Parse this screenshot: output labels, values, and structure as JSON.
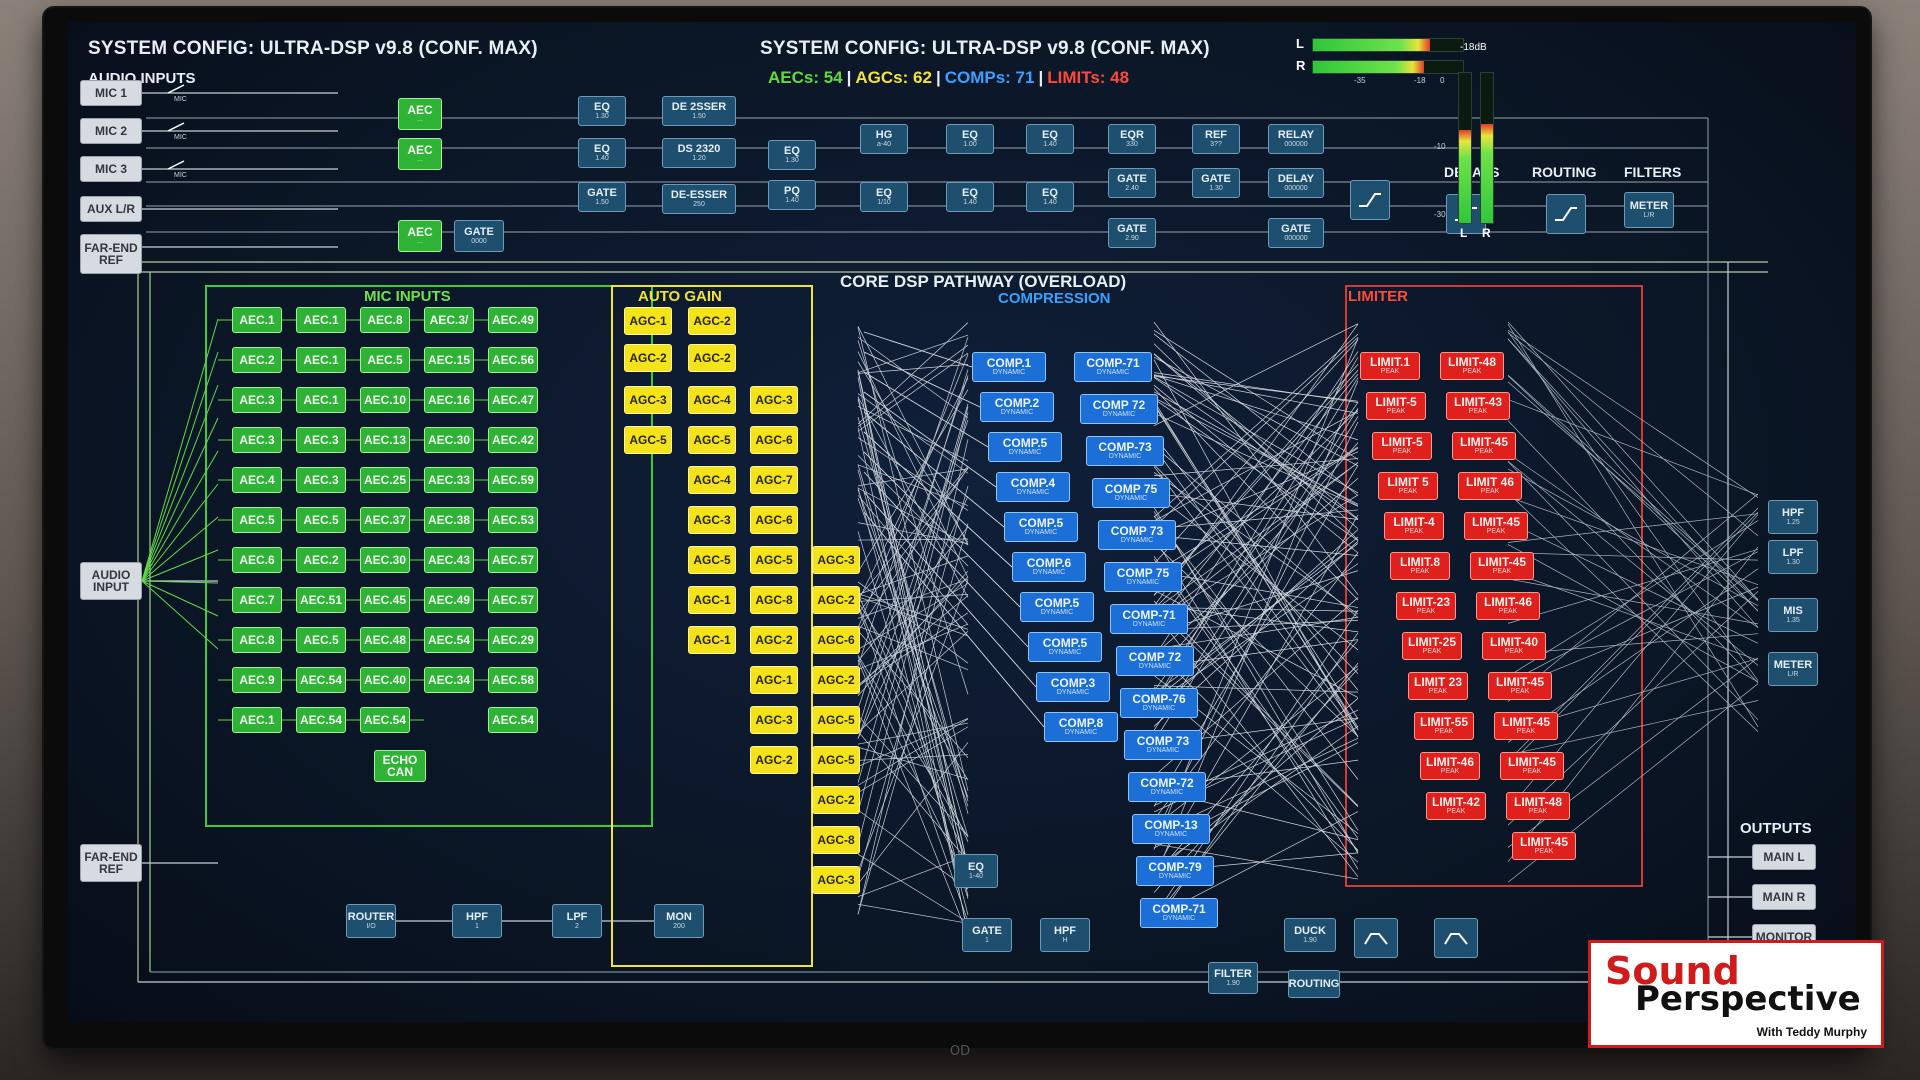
{
  "header": {
    "title_left": "SYSTEM CONFIG: ULTRA-DSP v9.8 (CONF. MAX)",
    "title_center": "SYSTEM CONFIG: ULTRA-DSP v9.8 (CONF. MAX)",
    "audio_inputs": "AUDIO INPUTS",
    "stats": [
      {
        "text": "AECs: 54",
        "color": "#5fdc3c"
      },
      {
        "text": "AGCs: 62",
        "color": "#f2e23a"
      },
      {
        "text": "COMPs: 71",
        "color": "#3aa0ff"
      },
      {
        "text": "LIMITs: 48",
        "color": "#ff4a3a"
      }
    ],
    "separator": "|"
  },
  "inputs": [
    {
      "label": "MIC 1",
      "mute": "MIC"
    },
    {
      "label": "MIC 2",
      "mute": "MIC"
    },
    {
      "label": "MIC 3",
      "mute": "MIC"
    },
    {
      "label": "AUX L/R",
      "mute": ""
    },
    {
      "label": "FAR-END REF",
      "mute": ""
    }
  ],
  "left_extra": [
    {
      "label": "AUDIO INPUT"
    },
    {
      "label": "FAR-END REF"
    }
  ],
  "top_chain": [
    {
      "label": "AEC",
      "sub": "...",
      "style": "green"
    },
    {
      "label": "AEC",
      "sub": "...",
      "style": "green"
    },
    {
      "label": "AEC",
      "sub": "...",
      "style": "green"
    },
    {
      "label": "GATE",
      "sub": "0000",
      "style": "steel"
    },
    {
      "label": "EQ",
      "sub": "1.30",
      "style": "steel"
    },
    {
      "label": "EQ",
      "sub": "1.40",
      "style": "steel"
    },
    {
      "label": "GATE",
      "sub": "1.50",
      "style": "steel"
    },
    {
      "label": "DE 2SSER",
      "sub": "1.50",
      "style": "steel"
    },
    {
      "label": "DS 2320",
      "sub": "1.20",
      "style": "steel"
    },
    {
      "label": "DE-ESSER",
      "sub": "250",
      "style": "steel"
    },
    {
      "label": "EQ",
      "sub": "1.30",
      "style": "steel"
    },
    {
      "label": "PQ",
      "sub": "1.40",
      "style": "steel"
    },
    {
      "label": "HG",
      "sub": "a-40",
      "style": "steel"
    },
    {
      "label": "EQ",
      "sub": "1/10",
      "style": "steel"
    },
    {
      "label": "EQ",
      "sub": "1.00",
      "style": "steel"
    },
    {
      "label": "EQ",
      "sub": "1.40",
      "style": "steel"
    },
    {
      "label": "EQ",
      "sub": "1.40",
      "style": "steel"
    },
    {
      "label": "EQ",
      "sub": "1.40",
      "style": "steel"
    },
    {
      "label": "EQR",
      "sub": "330",
      "style": "steel"
    },
    {
      "label": "GATE",
      "sub": "2.40",
      "style": "steel"
    },
    {
      "label": "GATE",
      "sub": "2.90",
      "style": "steel"
    },
    {
      "label": "REF",
      "sub": "3??",
      "style": "steel"
    },
    {
      "label": "GATE",
      "sub": "1.30",
      "style": "steel"
    },
    {
      "label": "RELAY",
      "sub": "000000",
      "style": "steel"
    },
    {
      "label": "DELAY",
      "sub": "000000",
      "style": "steel"
    },
    {
      "label": "GATE",
      "sub": "000000",
      "style": "steel"
    }
  ],
  "right_headers": [
    "DELAYS",
    "ROUTING",
    "FILTERS"
  ],
  "meter_block": {
    "label": "METER",
    "sub": "L/R"
  },
  "meters": {
    "L_label": "L",
    "R_label": "R",
    "L_level": 0.78,
    "R_level": 0.74,
    "db_top": "-18dB",
    "scale_a": "-35",
    "scale_b": "-18",
    "scale_v1": "0",
    "scale_v2": "-10",
    "scale_v3": "-30",
    "vu_L": 0.62,
    "vu_R": 0.66,
    "col_L": "L",
    "col_R": "R"
  },
  "core_title": "CORE DSP PATHWAY (OVERLOAD)",
  "sections": {
    "mic_inputs": {
      "label": "MIC INPUTS",
      "color": "#6fe24a"
    },
    "auto_gain": {
      "label": "AUTO GAIN",
      "color": "#f2e23a"
    },
    "compression": {
      "label": "COMPRESSION",
      "color": "#3aa0ff"
    },
    "limiter": {
      "label": "LIMITER",
      "color": "#ff4a3a"
    }
  },
  "aec_grid": [
    [
      "AEC.1",
      "AEC.1",
      "AEC.8",
      "AEC.3/",
      "AEC.49"
    ],
    [
      "AEC.2",
      "AEC.1",
      "AEC.5",
      "AEC.15",
      "AEC.56"
    ],
    [
      "AEC.3",
      "AEC.1",
      "AEC.10",
      "AEC.16",
      "AEC.47"
    ],
    [
      "AEC.3",
      "AEC.3",
      "AEC.13",
      "AEC.30",
      "AEC.42"
    ],
    [
      "AEC.4",
      "AEC.3",
      "AEC.25",
      "AEC.33",
      "AEC.59"
    ],
    [
      "AEC.5",
      "AEC.5",
      "AEC.37",
      "AEC.38",
      "AEC.53"
    ],
    [
      "AEC.6",
      "AEC.2",
      "AEC.30",
      "AEC.43",
      "AEC.57"
    ],
    [
      "AEC.7",
      "AEC.51",
      "AEC.45",
      "AEC.49",
      "AEC.57"
    ],
    [
      "AEC.8",
      "AEC.5",
      "AEC.48",
      "AEC.54",
      "AEC.29"
    ],
    [
      "AEC.9",
      "AEC.54",
      "AEC.40",
      "AEC.34",
      "AEC.58"
    ],
    [
      "AEC.1",
      "AEC.54",
      "AEC.54",
      "",
      "AEC.54"
    ]
  ],
  "echo_can": "ECHO CAN",
  "agc_cols": [
    [
      "AGC-1",
      "AGC-2",
      "AGC-3",
      "AGC-5",
      "",
      "",
      "",
      "",
      "",
      "",
      "",
      "",
      "",
      "",
      ""
    ],
    [
      "AGC-2",
      "AGC-2",
      "AGC-4",
      "AGC-5",
      "AGC-4",
      "AGC-3",
      "AGC-5",
      "AGC-1",
      "AGC-1",
      "",
      "",
      "",
      "",
      "",
      ""
    ],
    [
      "",
      "",
      "AGC-3",
      "AGC-6",
      "AGC-7",
      "AGC-6",
      "AGC-5",
      "AGC-8",
      "AGC-2",
      "AGC-1",
      "AGC-3",
      "AGC-2",
      "",
      "",
      ""
    ],
    [
      "",
      "",
      "",
      "",
      "",
      "",
      "AGC-3",
      "AGC-2",
      "AGC-6",
      "AGC-2",
      "AGC-5",
      "AGC-5",
      "AGC-2",
      "AGC-8",
      "AGC-3"
    ]
  ],
  "comp_col1": [
    {
      "label": "COMP.1",
      "sub": "DYNAMIC"
    },
    {
      "label": "COMP.2",
      "sub": "DYNAMIC"
    },
    {
      "label": "COMP.5",
      "sub": "DYNAMIC"
    },
    {
      "label": "COMP.4",
      "sub": "DYNAMIC"
    },
    {
      "label": "COMP.5",
      "sub": "DYNAMIC"
    },
    {
      "label": "COMP.6",
      "sub": "DYNAMIC"
    },
    {
      "label": "COMP.5",
      "sub": "DYNAMIC"
    },
    {
      "label": "COMP.5",
      "sub": "DYNAMIC"
    },
    {
      "label": "COMP.3",
      "sub": "DYNAMIC"
    },
    {
      "label": "COMP.8",
      "sub": "DYNAMIC"
    }
  ],
  "comp_col2": [
    {
      "label": "COMP-71",
      "sub": "DYNAMIC"
    },
    {
      "label": "COMP 72",
      "sub": "DYNAMIC"
    },
    {
      "label": "COMP-73",
      "sub": "DYNAMIC"
    },
    {
      "label": "COMP 75",
      "sub": "DYNAMIC"
    },
    {
      "label": "COMP 73",
      "sub": "DYNAMIC"
    },
    {
      "label": "COMP 75",
      "sub": "DYNAMIC"
    },
    {
      "label": "COMP-71",
      "sub": "DYNAMIC"
    },
    {
      "label": "COMP 72",
      "sub": "DYNAMIC"
    },
    {
      "label": "COMP-76",
      "sub": "DYNAMIC"
    },
    {
      "label": "COMP 73",
      "sub": "DYNAMIC"
    },
    {
      "label": "COMP-72",
      "sub": "DYNAMIC"
    },
    {
      "label": "COMP-13",
      "sub": "DYNAMIC"
    },
    {
      "label": "COMP-79",
      "sub": "DYNAMIC"
    },
    {
      "label": "COMP-71",
      "sub": "DYNAMIC"
    }
  ],
  "lim_col1": [
    {
      "label": "LIMIT.1",
      "sub": "PEAK"
    },
    {
      "label": "LIMIT-5",
      "sub": "PEAK"
    },
    {
      "label": "LIMIT-5",
      "sub": "PEAK"
    },
    {
      "label": "LIMIT 5",
      "sub": "PEAK"
    },
    {
      "label": "LIMIT-4",
      "sub": "PEAK"
    },
    {
      "label": "LIMIT.8",
      "sub": "PEAK"
    },
    {
      "label": "LIMIT-23",
      "sub": "PEAK"
    },
    {
      "label": "LIMIT-25",
      "sub": "PEAK"
    },
    {
      "label": "LIMIT 23",
      "sub": "PEAK"
    },
    {
      "label": "LIMIT-55",
      "sub": "PEAK"
    },
    {
      "label": "LIMIT-46",
      "sub": "PEAK"
    },
    {
      "label": "LIMIT-42",
      "sub": "PEAK"
    }
  ],
  "lim_col2": [
    {
      "label": "LIMIT-48",
      "sub": "PEAK"
    },
    {
      "label": "LIMIT-43",
      "sub": "PEAK"
    },
    {
      "label": "LIMIT-45",
      "sub": "PEAK"
    },
    {
      "label": "LIMIT 46",
      "sub": "PEAK"
    },
    {
      "label": "LIMIT-45",
      "sub": "PEAK"
    },
    {
      "label": "LIMIT-45",
      "sub": "PEAK"
    },
    {
      "label": "LIMIT-46",
      "sub": "PEAK"
    },
    {
      "label": "LIMIT-40",
      "sub": "PEAK"
    },
    {
      "label": "LIMIT-45",
      "sub": "PEAK"
    },
    {
      "label": "LIMIT-45",
      "sub": "PEAK"
    },
    {
      "label": "LIMIT-45",
      "sub": "PEAK"
    },
    {
      "label": "LIMIT-48",
      "sub": "PEAK"
    },
    {
      "label": "LIMIT-45",
      "sub": "PEAK"
    }
  ],
  "right_stack": [
    {
      "label": "HPF",
      "sub": "1.25"
    },
    {
      "label": "LPF",
      "sub": "1.30"
    },
    {
      "label": "MIS",
      "sub": "1.35"
    },
    {
      "label": "METER",
      "sub": "L/R"
    }
  ],
  "outputs_label": "OUTPUTS",
  "outputs": [
    "MAIN L",
    "MAIN R",
    "MONITOR"
  ],
  "bottom_chain": [
    {
      "label": "ROUTER",
      "sub": "I/O"
    },
    {
      "label": "HPF",
      "sub": "1"
    },
    {
      "label": "LPF",
      "sub": "2"
    },
    {
      "label": "MON",
      "sub": "200"
    },
    {
      "label": "EQ",
      "sub": "1-40"
    },
    {
      "label": "GATE",
      "sub": "1"
    },
    {
      "label": "HPF",
      "sub": "H"
    },
    {
      "label": "DUCK",
      "sub": "1.90"
    },
    {
      "label": "FILTER",
      "sub": "1.90"
    },
    {
      "label": "ROUTING",
      "sub": ""
    }
  ],
  "brand": {
    "line1": "Sound",
    "line2": "Perspective",
    "line3": "With Teddy Murphy"
  },
  "monitor_logo": "OD"
}
